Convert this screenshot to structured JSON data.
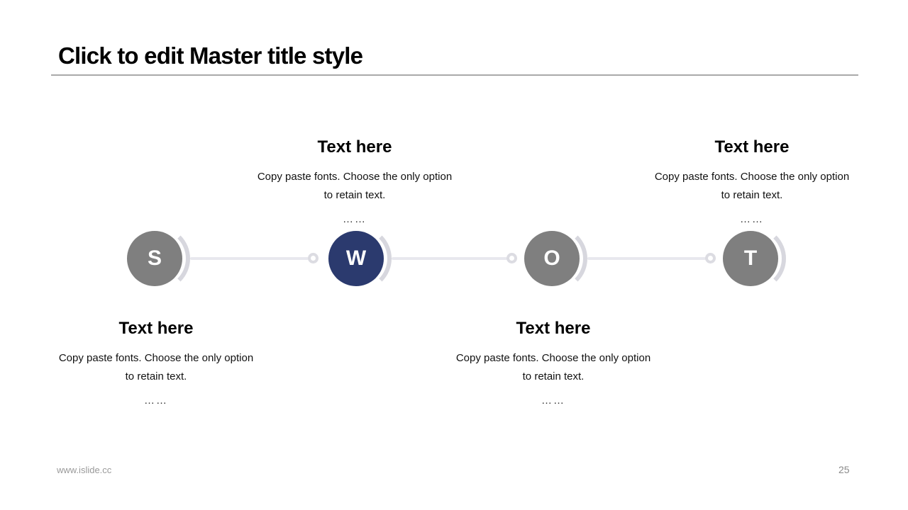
{
  "slide": {
    "title": "Click to edit Master title style",
    "footer_url": "www.islide.cc",
    "page_number": "25"
  },
  "colors": {
    "background": "#FFFFFF",
    "title_text": "#000000",
    "title_rule": "#A9A9A9",
    "node_gray": "#7F7F7F",
    "node_accent_navy": "#2B3A6E",
    "node_letter": "#FFFFFF",
    "connector_track": "#E8E8EE",
    "connector_ring": "#DCDCE2",
    "node_arc": "#D7D7DE",
    "footer_text": "#999999"
  },
  "timeline": {
    "nodes": [
      {
        "letter": "S",
        "color": "#7F7F7F",
        "highlighted": false
      },
      {
        "letter": "W",
        "color": "#2B3A6E",
        "highlighted": true
      },
      {
        "letter": "O",
        "color": "#7F7F7F",
        "highlighted": false
      },
      {
        "letter": "T",
        "color": "#7F7F7F",
        "highlighted": false
      }
    ]
  },
  "text_blocks": [
    {
      "position": "above-node-w",
      "heading": "Text here",
      "line1": "Copy paste fonts. Choose the only option",
      "line2": "to retain text.",
      "ellipsis": "……"
    },
    {
      "position": "above-node-t",
      "heading": "Text here",
      "line1": "Copy paste fonts. Choose the only option",
      "line2": "to retain text.",
      "ellipsis": "……"
    },
    {
      "position": "below-node-s",
      "heading": "Text here",
      "line1": "Copy paste fonts. Choose the only option",
      "line2": "to retain text.",
      "ellipsis": "……"
    },
    {
      "position": "below-node-o",
      "heading": "Text here",
      "line1": "Copy paste fonts. Choose the only option",
      "line2": "to retain text.",
      "ellipsis": "……"
    }
  ]
}
